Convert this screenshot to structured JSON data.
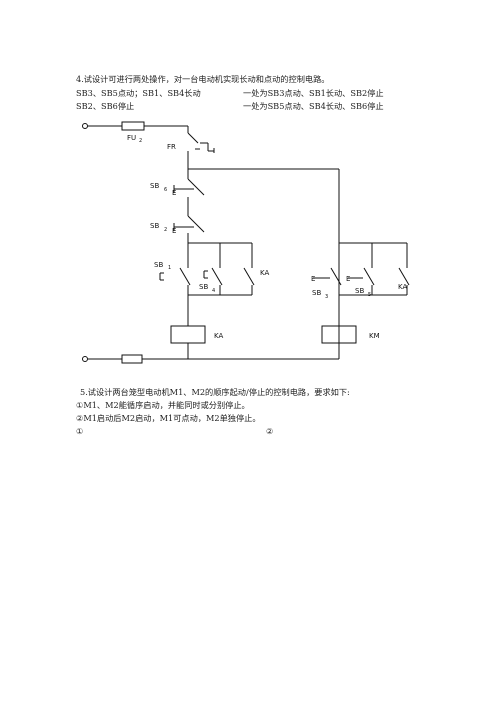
{
  "question4": {
    "title": "4.试设计可进行两处操作，对一台电动机实现长动和点动的控制电路。",
    "line1_left": "SB3、SB5点动；SB1、SB4长动",
    "line1_right": "一处为SB3点动、SB1长动、SB2停止",
    "line2_left": "SB2、SB6停止",
    "line2_right": "一处为SB5点动、SB4长动、SB6停止"
  },
  "circuit": {
    "fuse_label": "FU",
    "fuse_sub": "2",
    "fr_label": "FR",
    "sb6_label": "SB",
    "sb6_sub": "6",
    "sb2_label": "SB",
    "sb2_sub": "2",
    "sb1_label": "SB",
    "sb1_sub": "1",
    "sb4_label": "SB",
    "sb4_sub": "4",
    "ka_contact_label": "KA",
    "sb3_label": "SB",
    "sb3_sub": "3",
    "sb5_label": "SB",
    "sb5_sub": "5",
    "ka_contact2_label": "KA",
    "ka_coil_label": "KA",
    "km_coil_label": "KM",
    "e_mark": "E",
    "bracket_mark": "E"
  },
  "question5": {
    "title": "5.试设计两台笼型电动机M1、M2的顺序起动/停止的控制电路，要求如下:",
    "req1": "①M1、M2能循序启动，并能同时或分别停止。",
    "req2": "②M1启动后M2启动，M1可点动，M2单独停止。",
    "circle1": "①",
    "circle2": "②"
  }
}
